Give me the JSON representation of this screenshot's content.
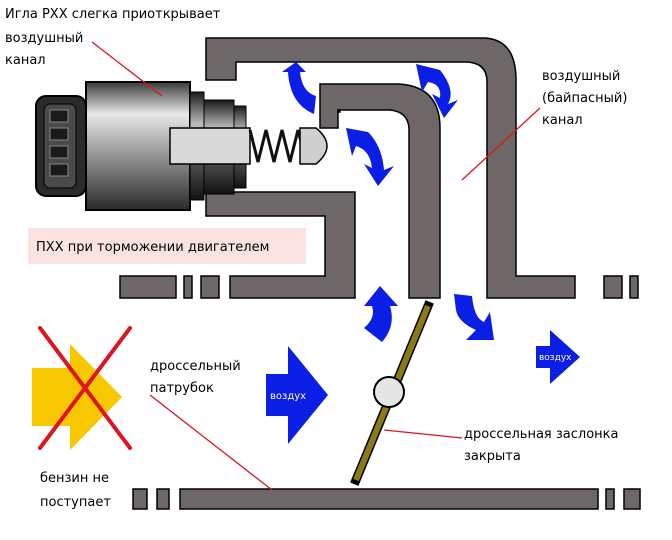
{
  "labels": {
    "needle_line1": "Игла РХХ слегка приоткрывает",
    "needle_line2": "воздушный",
    "needle_line3": "канал",
    "bypass_line1": "воздушный",
    "bypass_line2": "(байпасный)",
    "bypass_line3": "канал",
    "iac_braking": "ПХХ при торможении двигателем",
    "throttle_body_line1": "дроссельный",
    "throttle_body_line2": "патрубок",
    "throttle_valve_line1": "дроссельная заслонка",
    "throttle_valve_line2": "закрыта",
    "fuel_line1": "бензин не",
    "fuel_line2": "поступает",
    "air_big": "воздух",
    "air_small": "воздух"
  },
  "colors": {
    "wall": "#6e6768",
    "air_arrow": "#0a1ee6",
    "fuel_arrow": "#f7c800",
    "cross": "#e0141e",
    "callout_line": "#e0141e",
    "braking_label_bg": "#fbe3e3",
    "throttle_plate": "#8c7a14"
  },
  "icons": {
    "air_flow": "curved-arrow-icon",
    "fuel_flow": "arrow-right-icon",
    "fuel_blocked": "cross-icon"
  }
}
